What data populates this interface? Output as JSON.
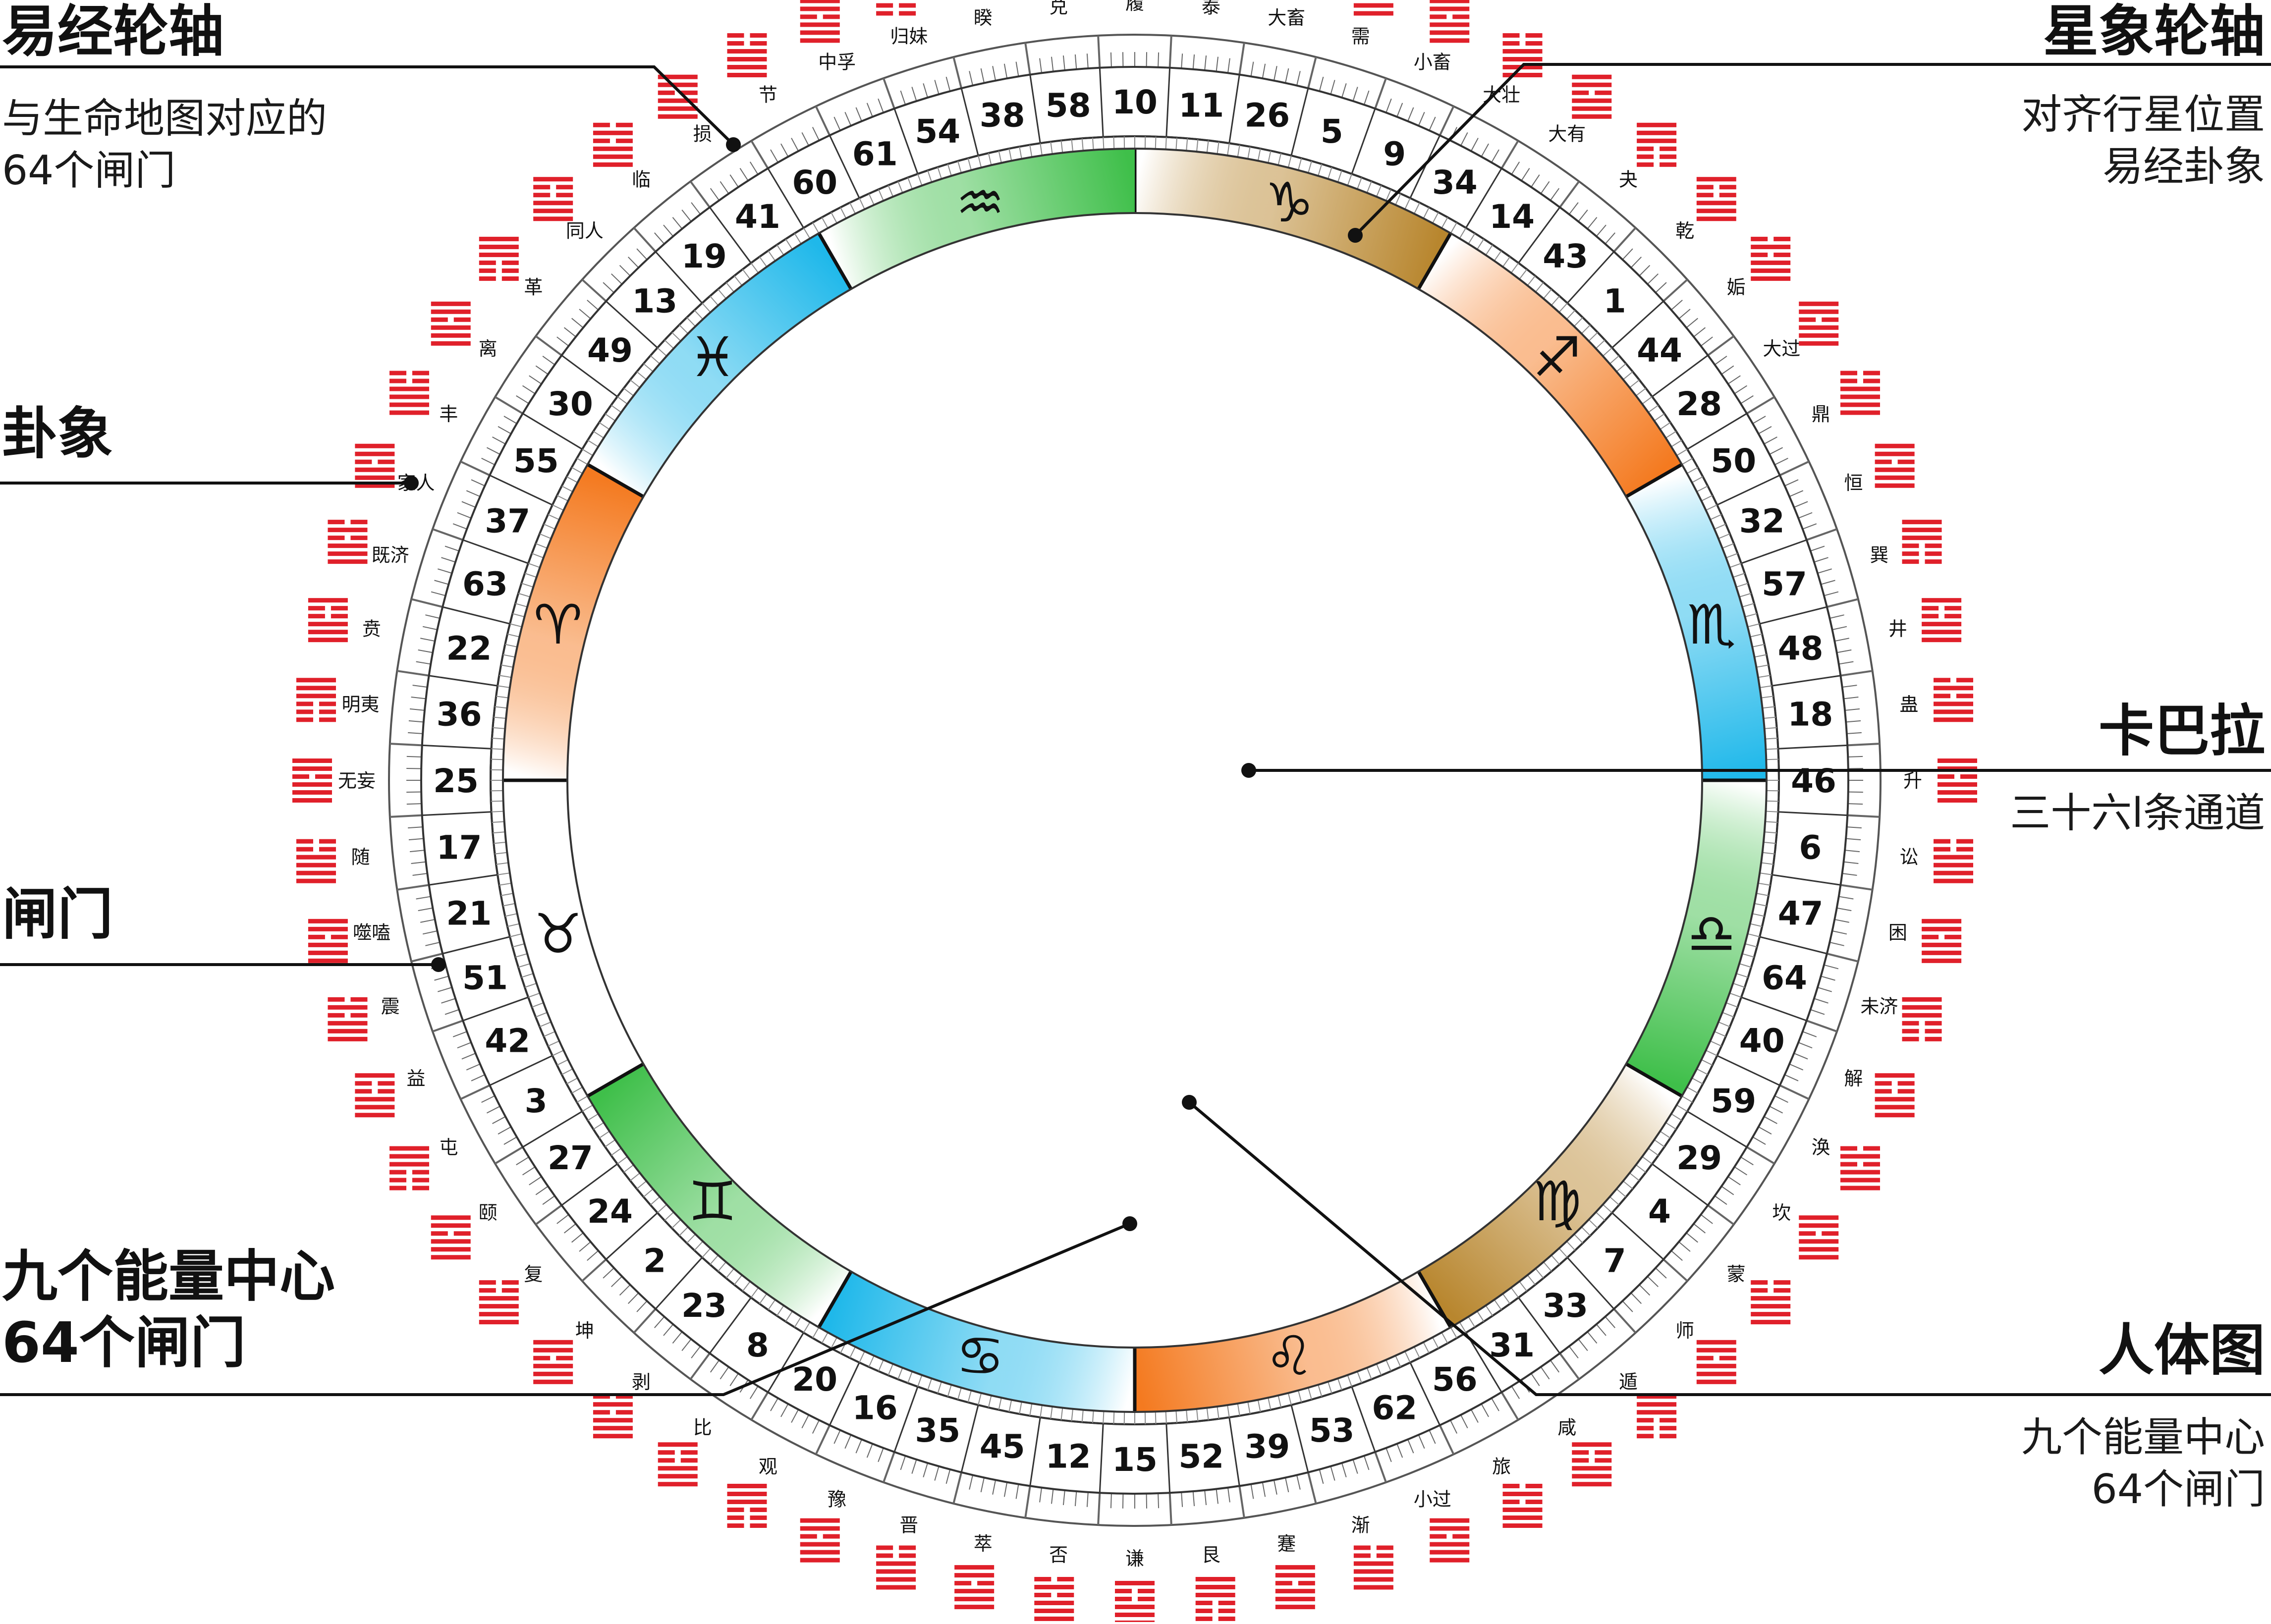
{
  "colors": {
    "capricorn": "#b8862e",
    "sagittarius": "#f47a20",
    "scorpio": "#1fb8ea",
    "libra": "#3fbf4a",
    "virgo": "#b8862e",
    "leo": "#f47a20",
    "cancer": "#1fb8ea",
    "gemini": "#3fbf4a",
    "taurus": "#ffffff",
    "aries": "#f47a20",
    "pisces": "#1fb8ea",
    "aquarius": "#3fbf4a",
    "hexagram_line": "#e0202a",
    "channel_red": "#8b0f0f",
    "channel_orange": "#cc4411",
    "head_center": "#ffffff",
    "throat_center": "#7f86d6",
    "g_center": "#4f8a3a",
    "spleen_center": "#c29342",
    "silhouette": "#b8b8b8"
  },
  "annotations": {
    "iching_wheel": {
      "title": "易经轮轴",
      "lines": [
        "与生命地图对应的",
        "64个闸门"
      ]
    },
    "astro_wheel": {
      "title": "星象轮轴",
      "lines": [
        "对齐行星位置",
        "易经卦象"
      ]
    },
    "hexagram": {
      "title": "卦象"
    },
    "kabbalah": {
      "title": "卡巴拉",
      "lines": [
        "三十六l条通道"
      ]
    },
    "gate": {
      "title": "闸门"
    },
    "nine_centers": {
      "title_lines": [
        "九个能量中心",
        "64个闸门"
      ]
    },
    "bodygraph": {
      "title": "人体图",
      "lines": [
        "九个能量中心",
        "64个闸门"
      ]
    }
  },
  "wheel": {
    "gates": [
      10,
      11,
      26,
      5,
      9,
      34,
      14,
      43,
      1,
      44,
      28,
      50,
      32,
      57,
      48,
      18,
      46,
      6,
      47,
      64,
      40,
      59,
      29,
      4,
      7,
      33,
      31,
      56,
      62,
      53,
      39,
      52,
      15,
      12,
      45,
      35,
      16,
      20,
      8,
      23,
      2,
      24,
      27,
      3,
      42,
      51,
      21,
      17,
      25,
      36,
      22,
      63,
      37,
      55,
      30,
      49,
      13,
      19,
      41,
      60,
      61,
      54,
      38,
      58
    ],
    "hexagram_names": [
      "履",
      "泰",
      "大畜",
      "需",
      "小畜",
      "大壮",
      "大有",
      "夬",
      "乾",
      "姤",
      "大过",
      "鼎",
      "恒",
      "巽",
      "井",
      "蛊",
      "升",
      "讼",
      "困",
      "未济",
      "解",
      "涣",
      "坎",
      "蒙",
      "师",
      "遁",
      "咸",
      "旅",
      "小过",
      "渐",
      "蹇",
      "艮",
      "谦",
      "否",
      "萃",
      "晋",
      "豫",
      "观",
      "比",
      "剥",
      "坤",
      "复",
      "颐",
      "屯",
      "益",
      "震",
      "噬嗑",
      "随",
      "无妄",
      "明夷",
      "贲",
      "既济",
      "家人",
      "丰",
      "离",
      "革",
      "同人",
      "临",
      "损",
      "节",
      "中孚",
      "归妹",
      "睽",
      "兑"
    ],
    "signs": [
      {
        "glyph": "♑",
        "color_key": "capricorn"
      },
      {
        "glyph": "♐",
        "color_key": "sagittarius"
      },
      {
        "glyph": "♏",
        "color_key": "scorpio"
      },
      {
        "glyph": "♎",
        "color_key": "libra"
      },
      {
        "glyph": "♍",
        "color_key": "virgo"
      },
      {
        "glyph": "♌",
        "color_key": "leo"
      },
      {
        "glyph": "♋",
        "color_key": "cancer"
      },
      {
        "glyph": "♊",
        "color_key": "gemini"
      },
      {
        "glyph": "♉",
        "color_key": "taurus"
      },
      {
        "glyph": "♈",
        "color_key": "aries"
      },
      {
        "glyph": "♓",
        "color_key": "pisces"
      },
      {
        "glyph": "♒",
        "color_key": "aquarius"
      }
    ]
  },
  "centers": {
    "head": [
      "64",
      "61",
      "63"
    ],
    "ajna": [
      "47",
      "24",
      "4",
      "17",
      "11",
      "43"
    ],
    "throat": [
      "62",
      "23",
      "56",
      "16",
      "35",
      "12",
      "20",
      "45",
      "31",
      "8",
      "33"
    ],
    "g": [
      "1",
      "7",
      "13",
      "10",
      "25",
      "15",
      "46",
      "2"
    ],
    "heart": [
      "21",
      "51",
      "26",
      "40"
    ],
    "spleen": [
      "48",
      "57",
      "44",
      "50",
      "32",
      "28",
      "18"
    ],
    "sacral": [
      "5",
      "14",
      "29",
      "34",
      "27",
      "59",
      "42",
      "3",
      "9"
    ],
    "solar_plexus": [
      "36",
      "22",
      "37",
      "6",
      "49",
      "55",
      "30"
    ],
    "root": [
      "53",
      "60",
      "52",
      "54",
      "19",
      "38",
      "39",
      "58",
      "41"
    ]
  }
}
